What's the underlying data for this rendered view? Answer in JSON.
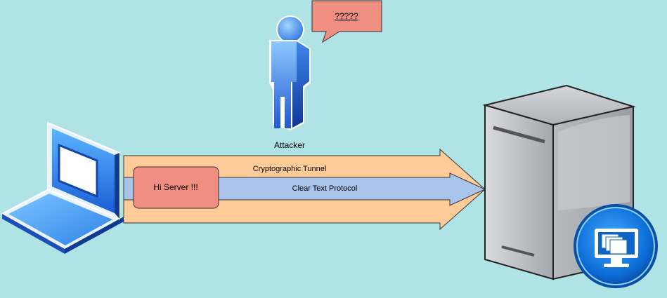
{
  "labels": {
    "attacker": "Attacker",
    "speech": "?????",
    "message": "Hi Server !!!",
    "tunnel": "Cryptographic Tunnel",
    "protocol": "Clear Text Protocol"
  },
  "icons": {
    "client": "laptop-icon",
    "attacker": "person-icon",
    "server": "server-tower-icon",
    "badge": "remote-desktop-icon"
  },
  "colors": {
    "background": "#b0e3e6",
    "tunnel_fill": "#ffcc99",
    "protocol_fill": "#a9c4eb",
    "message_fill": "#f08e81",
    "person": "#3f8cf0",
    "server_body": "#a9acb2"
  }
}
